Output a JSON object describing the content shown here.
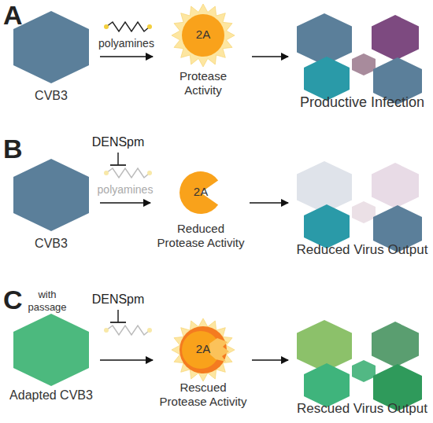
{
  "diagram": {
    "nodes": [
      {
        "text": [
          "CVB3"
        ]
      },
      {
        "text": [
          "2A",
          "Protease Activity"
        ]
      },
      {
        "text": [
          "Productive Infection"
        ]
      },
      {
        "text": [
          "CVB3"
        ]
      },
      {
        "text": [
          "2A",
          "Reduced Protease Activity"
        ]
      },
      {
        "text": [
          "Reduced Virus Output"
        ]
      },
      {
        "text": [
          "with passage",
          "Adapted CVB3"
        ]
      },
      {
        "text": [
          "2A",
          "Rescued Protease Activity"
        ]
      },
      {
        "text": [
          "Rescued Virus Output"
        ]
      }
    ],
    "edges": [
      {
        "from": 0,
        "to": 1,
        "label": "polyamines",
        "arrow": "to"
      },
      {
        "from": 1,
        "to": 2,
        "arrow": "to"
      },
      {
        "from": 3,
        "to": 4,
        "label": "polyamines",
        "arrow": "to"
      },
      {
        "from": 4,
        "to": 5,
        "arrow": "to"
      },
      {
        "from": 6,
        "to": 7,
        "arrow": "to"
      },
      {
        "from": 7,
        "to": 8,
        "arrow": "to"
      }
    ],
    "labels": [
      "A",
      "B",
      "C",
      "DENSpm",
      "DENSpm"
    ]
  }
}
